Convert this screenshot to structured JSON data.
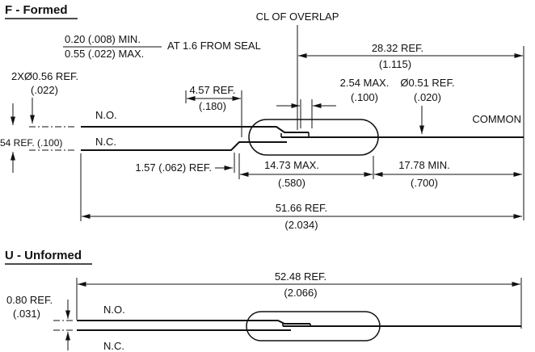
{
  "page": {
    "bg": "#ffffff",
    "ink": "#111111"
  },
  "formed": {
    "title": "F - Formed",
    "cl_overlap_label": "CL OF OVERLAP",
    "gap_min": "0.20 (.008) MIN.",
    "gap_max": "0.55 (.022) MAX.",
    "gap_note": "AT 1.6 FROM SEAL",
    "dim_overlap_to_end_mm": "28.32 REF.",
    "dim_overlap_to_end_in": "(1.115)",
    "lead_dia_2x_mm": "2XØ0.56 REF.",
    "lead_dia_2x_in": "(.022)",
    "dim_seal_mm": "4.57 REF.",
    "dim_seal_in": "(.180)",
    "dim_overlap_len_mm": "2.54 MAX.",
    "dim_overlap_len_in": "(.100)",
    "common_dia_mm": "Ø0.51 REF.",
    "common_dia_in": "(.020)",
    "label_no": "N.O.",
    "label_nc": "N.C.",
    "label_common": "COMMON",
    "dim_lead_spacing": "54 REF. (.100)",
    "dim_bend": "1.57 (.062) REF.",
    "dim_body_mm": "14.73 MAX.",
    "dim_body_in": "(.580)",
    "dim_common_mm": "17.78 MIN.",
    "dim_common_in": "(.700)",
    "dim_total_mm": "51.66 REF.",
    "dim_total_in": "(2.034)"
  },
  "unformed": {
    "title": "U - Unformed",
    "dim_total_mm": "52.48 REF.",
    "dim_total_in": "(2.066)",
    "dim_spacing_mm": "0.80 REF.",
    "dim_spacing_in": "(.031)",
    "label_no": "N.O.",
    "label_nc": "N.C."
  }
}
